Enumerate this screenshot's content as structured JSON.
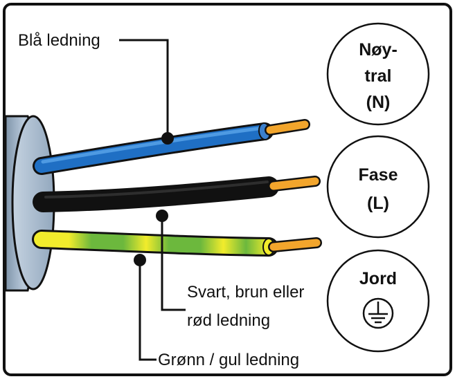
{
  "wire_labels": {
    "blue": "Blå ledning",
    "black_line1": "Svart, brun eller",
    "black_line2": "rød ledning",
    "green_yellow": "Grønn / gul ledning"
  },
  "terminals": {
    "neutral": {
      "line1": "Nøy-",
      "line2": "tral",
      "line3": "(N)"
    },
    "phase": {
      "line1": "Fase",
      "line2": "(L)"
    },
    "earth": {
      "line1": "Jord",
      "symbol": "earth-ground-icon"
    }
  },
  "colors": {
    "blue_wire": "#1f6fc4",
    "black_wire": "#111111",
    "green_wire": "#63b43a",
    "yellow_wire": "#f2ec2c",
    "copper": "#f2a52c",
    "cable_sheath": "#9fb4c9"
  }
}
